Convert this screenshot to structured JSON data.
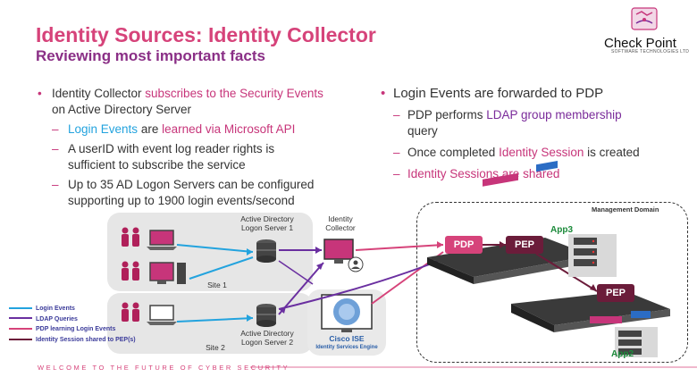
{
  "header": {
    "title": "Identity Sources: Identity Collector",
    "subtitle": "Reviewing most important facts"
  },
  "logo": {
    "name": "Check Point",
    "tagline": "SOFTWARE TECHNOLOGIES LTD"
  },
  "left_bullets": {
    "b1_pre": "Identity Collector ",
    "b1_highlight": "subscribes to the Security Events",
    "b1_post": " on Active Directory Server",
    "s1_blue": "Login Events",
    "s1_mid": " are ",
    "s1_pink": "learned via Microsoft API",
    "s2_line1": "A userID with event log reader rights is",
    "s2_line2": "sufficient to subscribe the service",
    "s3_line1": "Up to 35 AD Logon Servers can be configured",
    "s3_line2": "supporting up to 1900 login events/second"
  },
  "right_bullets": {
    "b1": "Login Events are forwarded to PDP",
    "s1_pre": "PDP performs ",
    "s1_purple": "LDAP group membership",
    "s1_line2": "query",
    "s2_pre": "Once completed ",
    "s2_pink": "Identity Session",
    "s2_post": " is created",
    "s3": "Identity Sessions are shared"
  },
  "diagram": {
    "ad1_line1": "Active Directory",
    "ad1_line2": "Logon Server 1",
    "collector_line1": "Identity",
    "collector_line2": "Collector",
    "site1": "Site 1",
    "site2": "Site 2",
    "ad2_line1": "Active Directory",
    "ad2_line2": "Logon Server 2",
    "ise_line1": "Cisco ISE",
    "ise_line2": "Identity Services Engine",
    "pdp": "PDP",
    "pep": "PEP",
    "pep2": "PEP",
    "app3": "App3",
    "app2": "App2",
    "mgmt_domain": "Management Domain"
  },
  "legend": [
    {
      "label": "Login Events",
      "color": "#23a3de"
    },
    {
      "label": "LDAP Queries",
      "color": "#6a2fa0"
    },
    {
      "label": "PDP learning Login Events",
      "color": "#d6437a"
    },
    {
      "label": "Identity Session shared to PEP(s)",
      "color": "#6b1c3a"
    }
  ],
  "footer": "WELCOME TO THE FUTURE OF CYBER SECURITY"
}
